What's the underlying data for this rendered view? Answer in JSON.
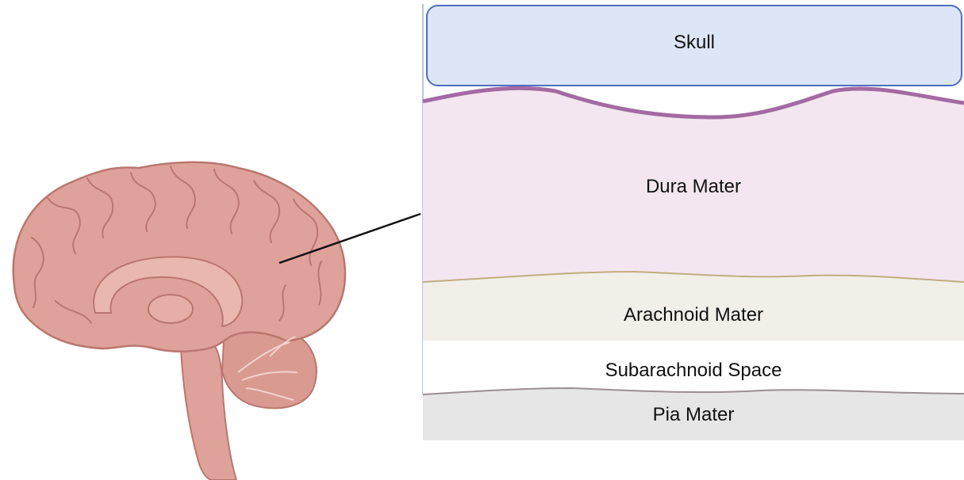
{
  "layers": {
    "skull": "Skull",
    "dura": "Dura Mater",
    "arachnoid": "Arachnoid Mater",
    "subarachnoid": "Subarachnoid Space",
    "pia": "Pia Mater"
  },
  "colors": {
    "skull_fill": "#dde6f7",
    "skull_stroke": "#4d6fc0",
    "dura_fill": "#f3e6f0",
    "dura_membrane": "#a36aa3",
    "arachnoid_fill": "#f1efe8",
    "arachnoid_line": "#c2ad80",
    "pia_fill": "#e6e6e6",
    "pia_line": "#9a8f95",
    "brain_fill": "#dfa29a",
    "brain_stroke": "#b9776f",
    "pointer": "#111111"
  },
  "icons": {
    "brain": "sagittal-brain-illustration"
  }
}
